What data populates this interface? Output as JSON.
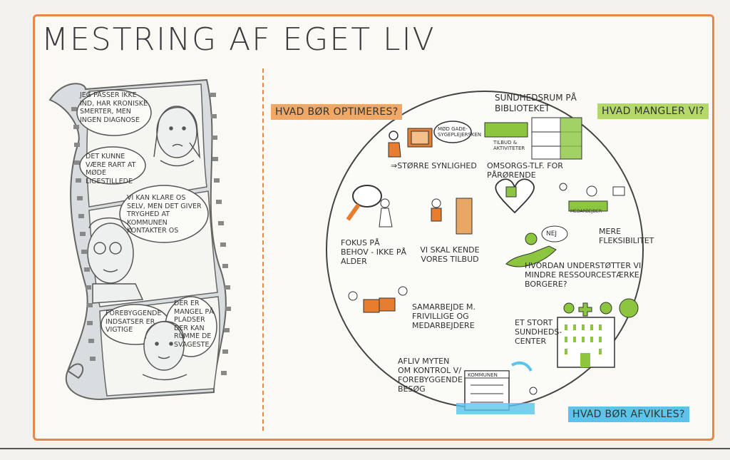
{
  "title": "MESTRING AF EGET LIV",
  "colors": {
    "frame": "#e5884a",
    "orange_tag": "#f0a866",
    "green_tag": "#b5d86a",
    "blue_tag": "#5cc4ea",
    "accent_green": "#8cc63f",
    "accent_orange": "#e77d2f"
  },
  "filmstrip": {
    "bubbles": [
      "JEG PASSER IKKE IND, HAR KRONISKE SMERTER, MEN INGEN DIAGNOSE",
      "DET KUNNE VÆRE RART AT MØDE LIGESTILLEDE",
      "VI KAN KLARE OS SELV, MEN DET GIVER TRYGHED AT KOMMUNEN KONTAKTER OS",
      "FOREBYGGENDE INDSATSER ER VIGTIGE",
      "DER ER MANGEL PÅ PLADSER DER KAN RUMME DE SVAGESTE"
    ]
  },
  "tags": {
    "optimize": "HVAD BØR OPTIMERES?",
    "missing": "HVAD MANGLER VI?",
    "phase_out": "HVAD BØR AFVIKLES?"
  },
  "circle": {
    "items": {
      "visibility": "⇒STØRRE SYNLIGHED",
      "screen_note": "MØD GADE-SYGEPLEJERSKEN",
      "health_room": "SUNDHEDSRUM PÅ BIBLIOTEKET",
      "offers": "TILBUD & AKTIVITETER",
      "phone": "OMSORGS-TLF. FOR PÅRØRENDE",
      "flexibility": "MERE FLEKSIBILITET",
      "staff_label": "MEDARBEJDER",
      "needs": "FOKUS PÅ BEHOV - IKKE PÅ ALDER",
      "know_offers": "VI SKAL KENDE VORES TILBUD",
      "support": "HVORDAN UNDERSTØTTER VI MINDRE RESSOURCESTÆRKE BORGERE?",
      "no_label": "NEJ",
      "cooperate": "SAMARBEJDE M. FRIVILLIGE OG MEDARBEJDERE",
      "health_center": "ET STORT SUNDHEDS-CENTER",
      "myth": "AFLIV MYTEN OM KONTROL V/ FOREBYGGENDE BESØG",
      "municipality": "KOMMUNEN"
    }
  }
}
